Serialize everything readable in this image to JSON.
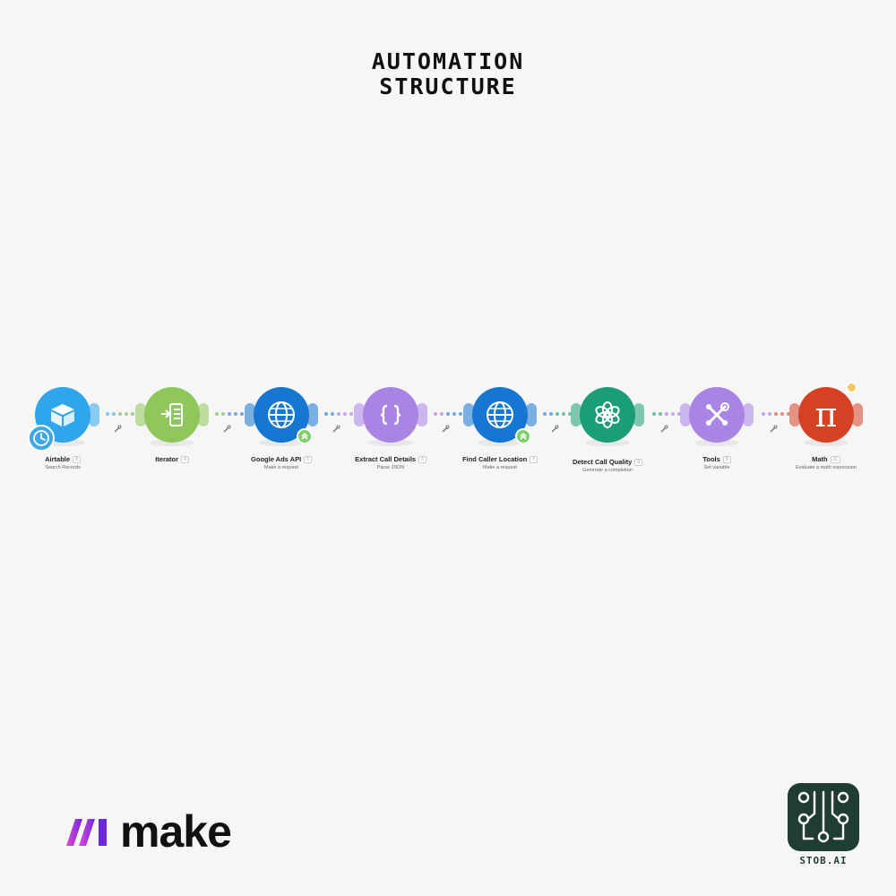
{
  "header": {
    "title_line1": "AUTOMATION",
    "title_line2": "STRUCTURE"
  },
  "modules": [
    {
      "name": "Airtable",
      "number": "3",
      "subtitle": "Search Records",
      "color": "#2fa6ec",
      "icon": "airtable-box-icon",
      "badge": "clock-icon"
    },
    {
      "name": "Iterator",
      "number": "4",
      "subtitle": "",
      "color": "#8fc75a",
      "icon": "iterator-icon"
    },
    {
      "name": "Google Ads API",
      "number": "5",
      "subtitle": "Make a request",
      "color": "#1677d2",
      "icon": "globe-icon",
      "badge": "chevrons-up-icon"
    },
    {
      "name": "Extract Call Details",
      "number": "6",
      "subtitle": "Parse JSON",
      "color": "#a884e5",
      "icon": "json-braces-icon"
    },
    {
      "name": "Find Caller Location",
      "number": "7",
      "subtitle": "Make a request",
      "color": "#1677d2",
      "icon": "globe-icon",
      "badge": "chevrons-up-icon"
    },
    {
      "name": "Detect Call Quality",
      "number": "8",
      "subtitle": "Generate a completion",
      "color": "#1b9e77",
      "icon": "openai-icon"
    },
    {
      "name": "Tools",
      "number": "9",
      "subtitle": "Set variable",
      "color": "#a884e5",
      "icon": "tools-icon"
    },
    {
      "name": "Math",
      "number": "11",
      "subtitle": "Evaluate a math expression",
      "color": "#d64124",
      "icon": "pi-icon",
      "badge": "yellow-dot"
    }
  ],
  "branding": {
    "make": "make",
    "stob": "STOB.AI"
  },
  "colors": {
    "background": "#f6f6f6",
    "make_gradient_start": "#6d28d9",
    "make_gradient_end": "#e04ad8",
    "stob": "#1f3d34"
  }
}
